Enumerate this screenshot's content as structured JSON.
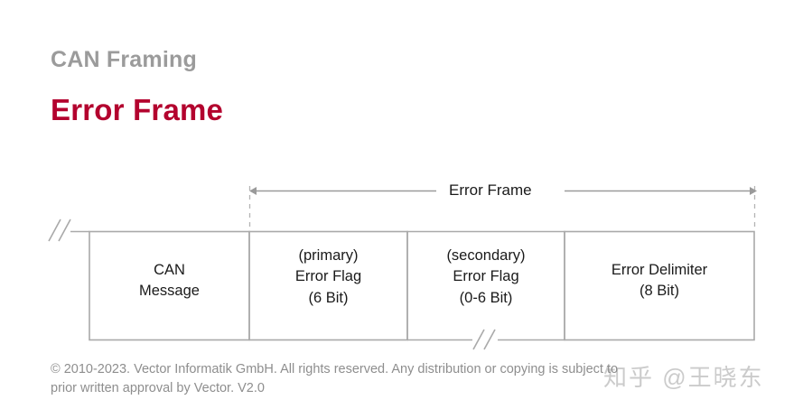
{
  "slide": {
    "kicker": "CAN Framing",
    "headline": "Error Frame",
    "accent_color": "#b3022e",
    "kicker_color": "#9b9b9b",
    "background": "#ffffff"
  },
  "diagram": {
    "span_label": "Error Frame",
    "break_symbol": "//",
    "fields": [
      {
        "id": "can-message",
        "lines": [
          "CAN",
          "Message"
        ],
        "line1": "CAN",
        "line2": "Message",
        "line3": ""
      },
      {
        "id": "primary-error-flag",
        "lines": [
          "(primary)",
          "Error Flag",
          "(6 Bit)"
        ],
        "line1": "(primary)",
        "line2": "Error Flag",
        "line3": "(6 Bit)"
      },
      {
        "id": "secondary-error-flag",
        "lines": [
          "(secondary)",
          "Error Flag",
          "(0-6 Bit)"
        ],
        "line1": "(secondary)",
        "line2": "Error Flag",
        "line3": "(0-6 Bit)"
      },
      {
        "id": "error-delimiter",
        "lines": [
          "Error Delimiter",
          "(8 Bit)"
        ],
        "line1": "Error Delimiter",
        "line2": "(8 Bit)",
        "line3": ""
      }
    ]
  },
  "footer": {
    "line1": "© 2010-2023. Vector Informatik GmbH. All rights reserved. Any distribution or copying is subject to",
    "line2": "prior written approval by Vector. V2.0"
  },
  "watermark": {
    "text": "知乎 @王晓东"
  }
}
